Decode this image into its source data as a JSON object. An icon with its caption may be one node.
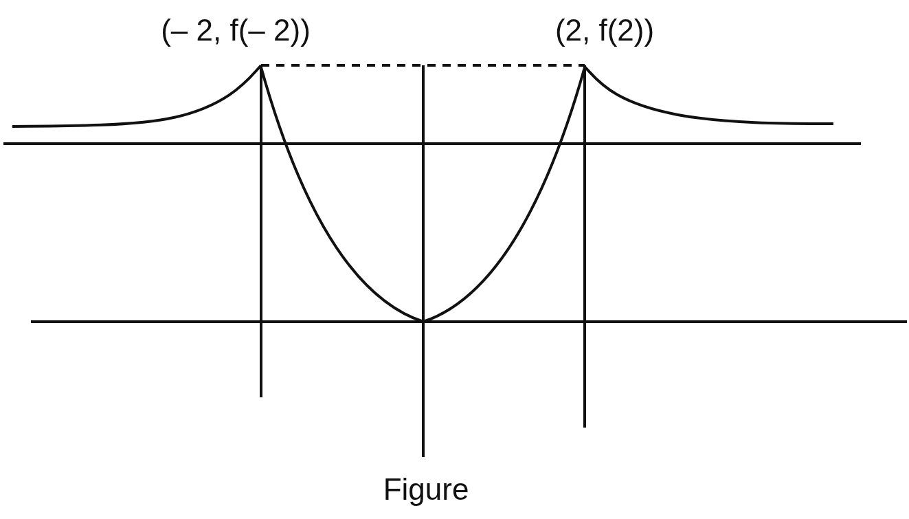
{
  "diagram": {
    "caption": "Figure",
    "labels": [
      "(– 2, f(– 2))",
      "(2, f(2))"
    ]
  }
}
